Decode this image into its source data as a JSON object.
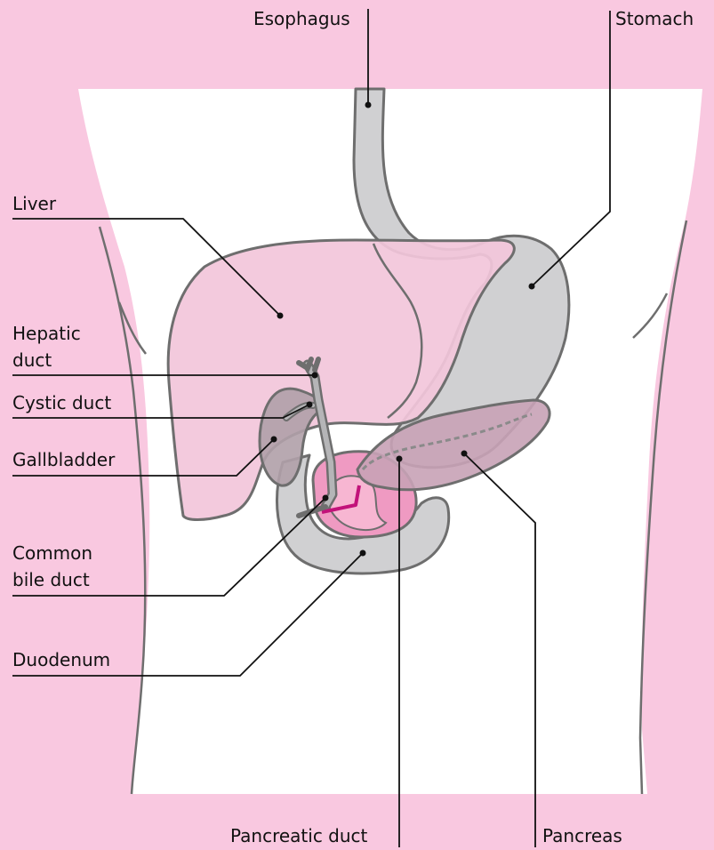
{
  "labels": {
    "esophagus": "Esophagus",
    "stomach": "Stomach",
    "liver": "Liver",
    "hepatic_duct": [
      "Hepatic",
      "duct"
    ],
    "cystic_duct": "Cystic duct",
    "gallbladder": "Gallbladder",
    "common_bile_duct": [
      "Common",
      "bile duct"
    ],
    "duodenum": "Duodenum",
    "pancreatic_duct": "Pancreatic duct",
    "pancreas": "Pancreas"
  },
  "colors": {
    "background": "#f9c8e0",
    "body": "#ffffff",
    "liver": "#f2c6da",
    "stomach": "#d0d0d2",
    "gallbladder": "#b0a0a8",
    "duodenum": "#d0d0d2",
    "pancreas": "#c8a2b6",
    "pancreas_head": "#ef9ac2",
    "ducts": "#b5b5b7",
    "outline": "#6e6e6e"
  }
}
